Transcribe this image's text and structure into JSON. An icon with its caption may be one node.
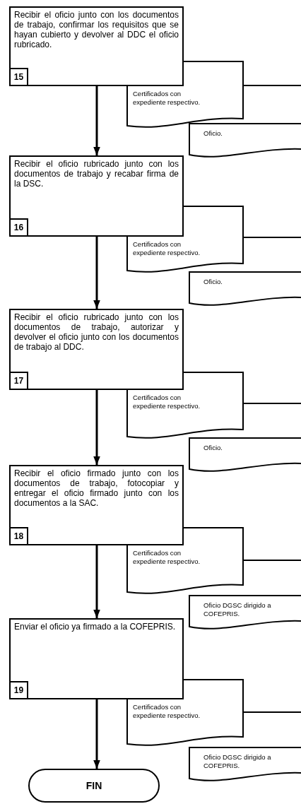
{
  "diagram": {
    "nodes": [
      {
        "text": [
          "Recibir el oficio junto con los documentos de trabajo, confirmar los requisitos que se hayan cubierto y devolver al DDC el oficio rubricado."
        ]
      },
      {
        "text": [
          "15"
        ],
        "in": 0
      },
      {
        "text": [
          "Certificados con expediente respectivo."
        ]
      },
      {
        "text": [
          "Oficio."
        ]
      },
      {
        "text": [
          "Recibir el oficio rubricado junto con los documentos de trabajo y recabar firma de la DSC."
        ]
      },
      {
        "text": [
          "16"
        ],
        "in": 4
      },
      {
        "text": [
          "Certificados con expediente respectivo."
        ]
      },
      {
        "text": [
          "Oficio."
        ]
      },
      {
        "text": [
          "Recibir el oficio rubricado junto con los documentos de trabajo, autorizar y devolver el oficio junto con los documentos de trabajo al DDC."
        ]
      },
      {
        "text": [
          "17"
        ],
        "in": 8
      },
      {
        "text": [
          "Certificados con expediente respectivo."
        ]
      },
      {
        "text": [
          "Oficio."
        ]
      },
      {
        "text": [
          "Recibir el oficio firmado junto con los documentos de trabajo, fotocopiar y entregar el oficio firmado junto con los documentos a la SAC."
        ]
      },
      {
        "text": [
          "18"
        ],
        "in": 12
      },
      {
        "text": [
          "Certificados con expediente respectivo."
        ]
      },
      {
        "text": [
          "Oficio DGSC dirigido a COFEPRIS."
        ]
      },
      {
        "text": [
          "Enviar el oficio ya firmado a la COFEPRIS."
        ]
      },
      {
        "text": [
          "19"
        ],
        "in": 16
      },
      {
        "text": [
          "Certificados con expediente respectivo."
        ]
      },
      {
        "text": [
          "Oficio DGSC dirigido a COFEPRIS."
        ]
      },
      {
        "text": [
          "FIN"
        ]
      }
    ],
    "edges": [
      {
        "from": 0,
        "to": 4,
        "arrow": "to"
      },
      {
        "from": 4,
        "to": 8,
        "arrow": "to"
      },
      {
        "from": 8,
        "to": 12,
        "arrow": "to"
      },
      {
        "from": 12,
        "to": 16,
        "arrow": "to"
      },
      {
        "from": 16,
        "to": 20,
        "arrow": "to"
      },
      {
        "from": 2,
        "to": null,
        "arrow": "none"
      },
      {
        "from": 6,
        "to": null,
        "arrow": "none"
      },
      {
        "from": 10,
        "to": null,
        "arrow": "none"
      },
      {
        "from": 14,
        "to": null,
        "arrow": "none"
      },
      {
        "from": 18,
        "to": null,
        "arrow": "none"
      }
    ]
  }
}
